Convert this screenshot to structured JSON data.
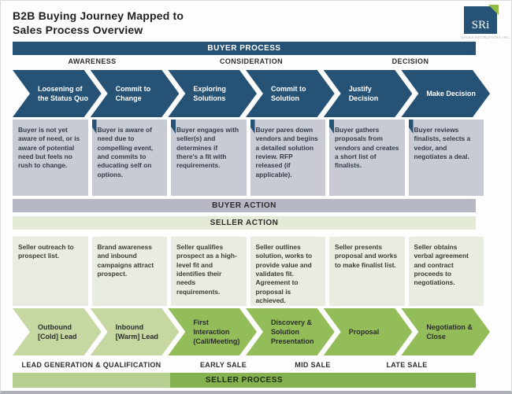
{
  "header": {
    "title": "B2B Buying Journey Mapped to Sales Process Overview",
    "logo_text": "SRi",
    "logo_tagline": "SALES RECRUITERS INC."
  },
  "buyer_process": {
    "bar_label": "BUYER PROCESS",
    "phases": [
      {
        "label": "AWARENESS"
      },
      {
        "label": "CONSIDERATION"
      },
      {
        "label": "DECISION"
      }
    ],
    "stages": [
      {
        "label": "Loosening of the Status Quo",
        "description": "Buyer is not yet aware of need, or is aware of potential need but feels no rush to change."
      },
      {
        "label": "Commit to Change",
        "description": "Buyer is aware of need due to compelling event, and commits to educating self on options."
      },
      {
        "label": "Exploring Solutions",
        "description": "Buyer engages with seller(s) and determines if there's a fit with requirements."
      },
      {
        "label": "Commit to Solution",
        "description": "Buyer pares down vendors and begins a detailed solution review. RFP released (if applicable)."
      },
      {
        "label": "Justify Decision",
        "description": "Buyer gathers proposals from vendors and creates a short list of finalists."
      },
      {
        "label": "Make Decision",
        "description": "Buyer reviews finalists, selects a vedor, and negotiates a deal."
      }
    ],
    "action_bar_label": "BUYER ACTION"
  },
  "seller_process": {
    "action_bar_label": "SELLER ACTION",
    "stages": [
      {
        "description": "Seller outreach to prospect list.",
        "label": "Outbound [Cold] Lead"
      },
      {
        "description": "Brand awareness and inbound campaigns attract prospect.",
        "label": "Inbound [Warm] Lead"
      },
      {
        "description": "Seller qualifies prospect as a high-level fit and identifies their needs requirements.",
        "label": "First Interaction (Call/Meeting)"
      },
      {
        "description": "Seller outlines solution, works to provide value and validates fit. Agreement to proposal is achieved.",
        "label": "Discovery & Solution Presentation"
      },
      {
        "description": "Seller presents proposal and works to make finalist list.",
        "label": "Proposal"
      },
      {
        "description": "Seller obtains verbal agreement and contract proceeds to negotiations.",
        "label": "Negotiation & Close"
      }
    ],
    "phases": [
      {
        "label": "LEAD GENERATION & QUALIFICATION"
      },
      {
        "label": "EARLY SALE"
      },
      {
        "label": "MID SALE"
      },
      {
        "label": "LATE SALE"
      }
    ],
    "bar_label": "SELLER PROCESS"
  },
  "colors": {
    "navy": "#265276",
    "gray-box": "#c9cbd4",
    "gray-bar": "#b6b9c5",
    "pale-green-bar": "#e3ead6",
    "pale-green-box": "#e9ece0",
    "light-green": "#c6d7a2",
    "mid-green": "#93bd58",
    "seller-bar-light": "#b4cf90",
    "seller-bar-dark": "#84b250",
    "logo-green": "#93bc44"
  }
}
